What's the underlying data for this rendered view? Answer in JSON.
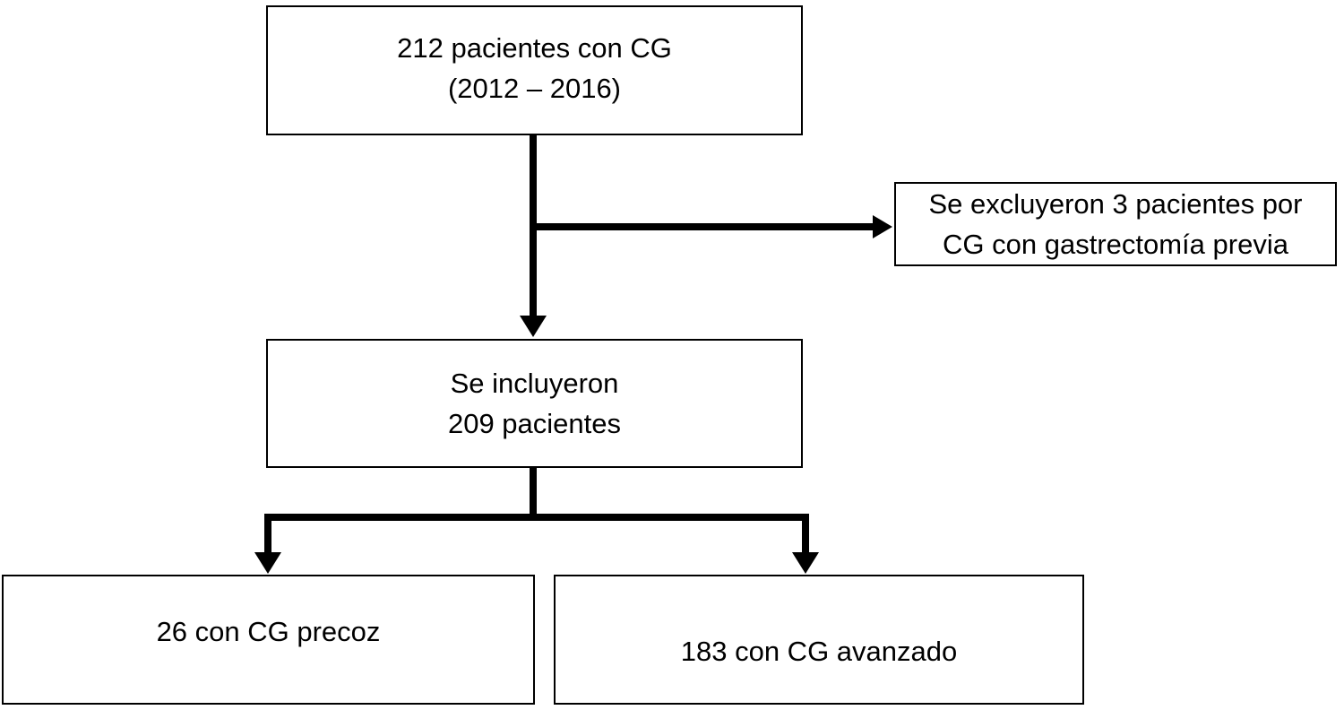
{
  "diagram": {
    "type": "flowchart",
    "language": "es",
    "colors": {
      "background": "#ffffff",
      "stroke": "#000000",
      "text": "#000000"
    },
    "boxes": {
      "total": {
        "line1": "212 pacientes con CG",
        "line2": "(2012 – 2016)"
      },
      "excluded": {
        "line1": "Se excluyeron 3 pacientes por",
        "line2": "CG con gastrectomía previa"
      },
      "included": {
        "line1": "Se incluyeron",
        "line2": "209 pacientes"
      },
      "early": {
        "label": "26 con CG precoz"
      },
      "advanced": {
        "label": "183 con CG avanzado"
      }
    },
    "flow": {
      "total_patients": 212,
      "excluded_patients": 3,
      "included_patients": 209,
      "early_cg_patients": 26,
      "advanced_cg_patients": 183,
      "period": "2012–2016"
    }
  }
}
